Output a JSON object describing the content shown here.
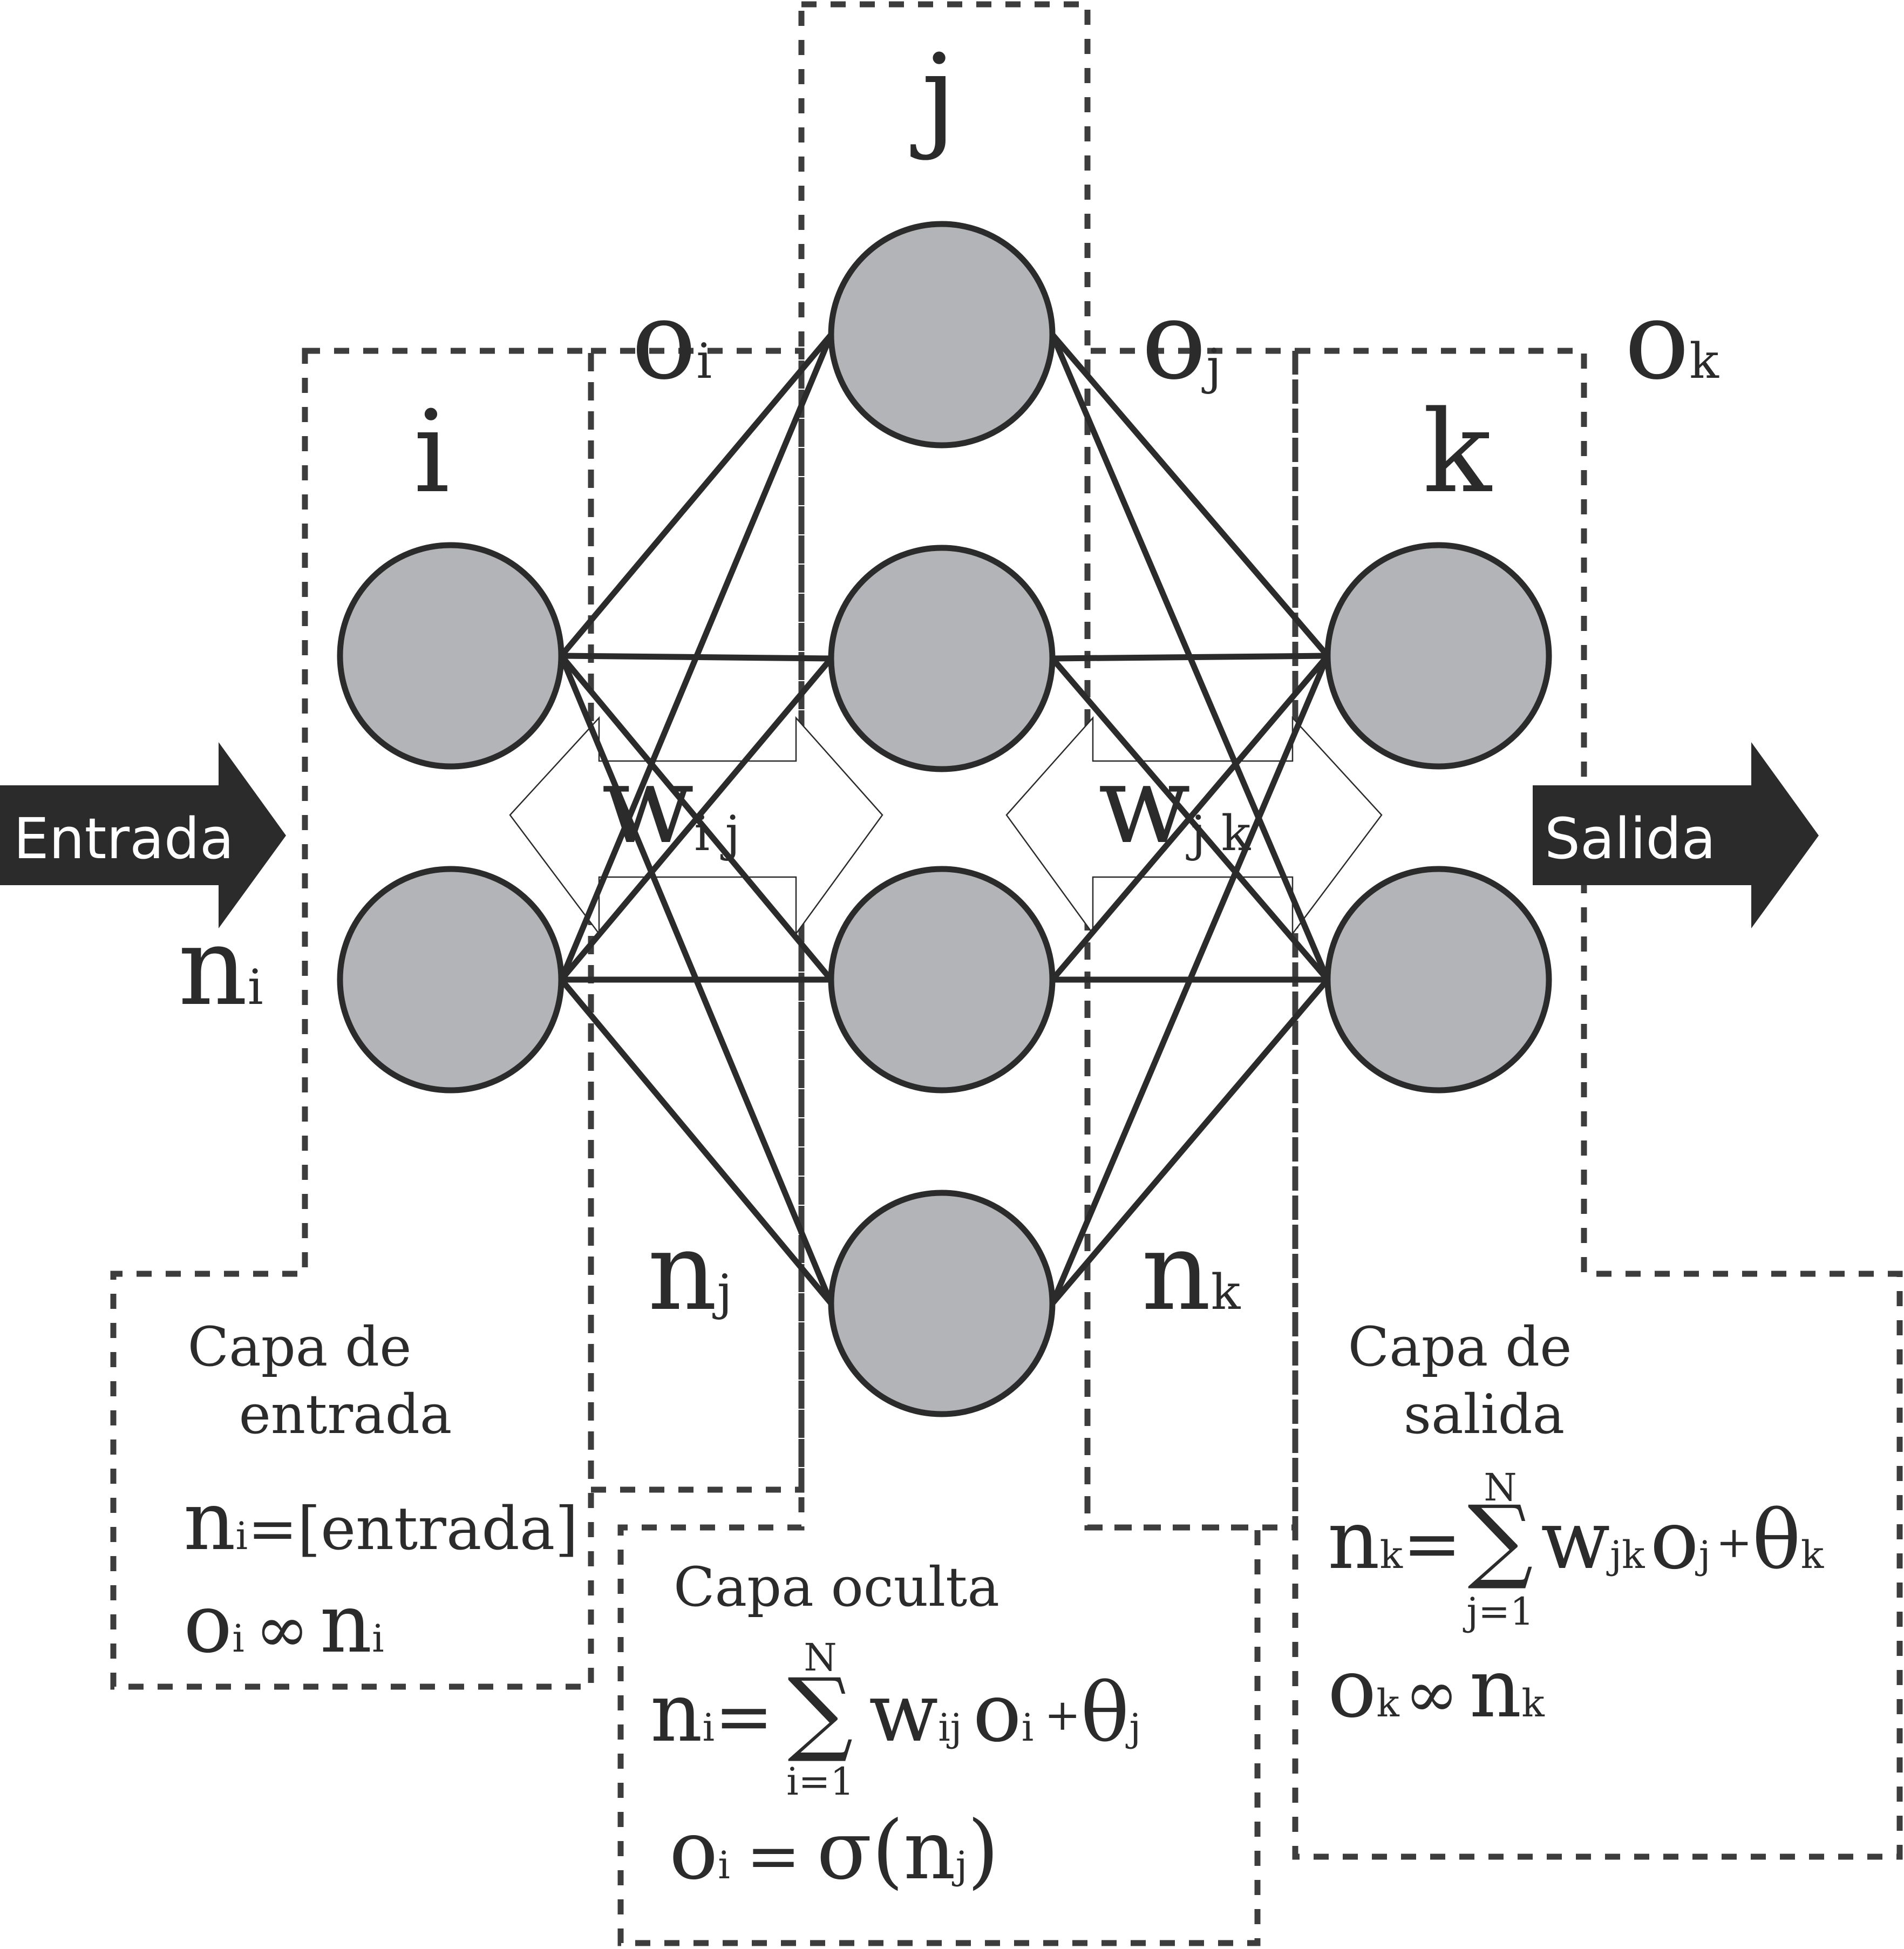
{
  "colors": {
    "node_fill": "#b3b4b7",
    "stroke": "#2b2b2b",
    "dash": "#3d3d3d",
    "arrow_fill": "#2b2b2b",
    "arrow_text": "#ffffff"
  },
  "layers": {
    "input": {
      "index": "i",
      "count_label": "n",
      "count_sub": "i",
      "output_label": "o",
      "output_sub": "i",
      "nodes": 2
    },
    "hidden": {
      "index": "j",
      "count_label": "n",
      "count_sub": "j",
      "output_label": "o",
      "output_sub": "j",
      "nodes": 4
    },
    "output": {
      "index": "k",
      "count_label": "n",
      "count_sub": "k",
      "output_label": "o",
      "output_sub": "k",
      "nodes": 2
    }
  },
  "weights": {
    "ij": {
      "label": "w",
      "sub": "i j"
    },
    "jk": {
      "label": "w",
      "sub": "j k"
    }
  },
  "arrows": {
    "entrada": "Entrada",
    "salida": "Salida"
  },
  "boxes": {
    "input": {
      "title_line1": "Capa de",
      "title_line2": "entrada",
      "f1_lhs": "n",
      "f1_lhs_sub": "i",
      "f1_rhs": "=[entrada]",
      "f2_lhs": "o",
      "f2_lhs_sub": "i",
      "f2_op": "∞",
      "f2_rhs": "n",
      "f2_rhs_sub": "i"
    },
    "hidden": {
      "title": "Capa oculta",
      "f1_lhs": "n",
      "f1_lhs_sub": "i",
      "f1_eq": "=",
      "sum_top": "N",
      "sum_symbol": "∑",
      "sum_bottom": "i=1",
      "f1_w": "w",
      "f1_w_sub": "ij",
      "f1_o": "o",
      "f1_o_sub": "i",
      "f1_plus": "+",
      "f1_theta": "θ",
      "f1_theta_sub": "j",
      "f2_lhs": "o",
      "f2_lhs_sub": "i",
      "f2_eq": "=",
      "f2_rhs": "σ(n",
      "f2_rhs_sub": "j",
      "f2_close": ")"
    },
    "output": {
      "title_line1": "Capa de",
      "title_line2": "salida",
      "f1_lhs": "n",
      "f1_lhs_sub": "k",
      "f1_eq": "=",
      "sum_top": "N",
      "sum_symbol": "∑",
      "sum_bottom": "j=1",
      "f1_w": "w",
      "f1_w_sub": "jk",
      "f1_o": "o",
      "f1_o_sub": "j",
      "f1_plus": "+",
      "f1_theta": "θ",
      "f1_theta_sub": "k",
      "f2_lhs": "o",
      "f2_lhs_sub": "k",
      "f2_op": "∞",
      "f2_rhs": "n",
      "f2_rhs_sub": "k"
    }
  }
}
